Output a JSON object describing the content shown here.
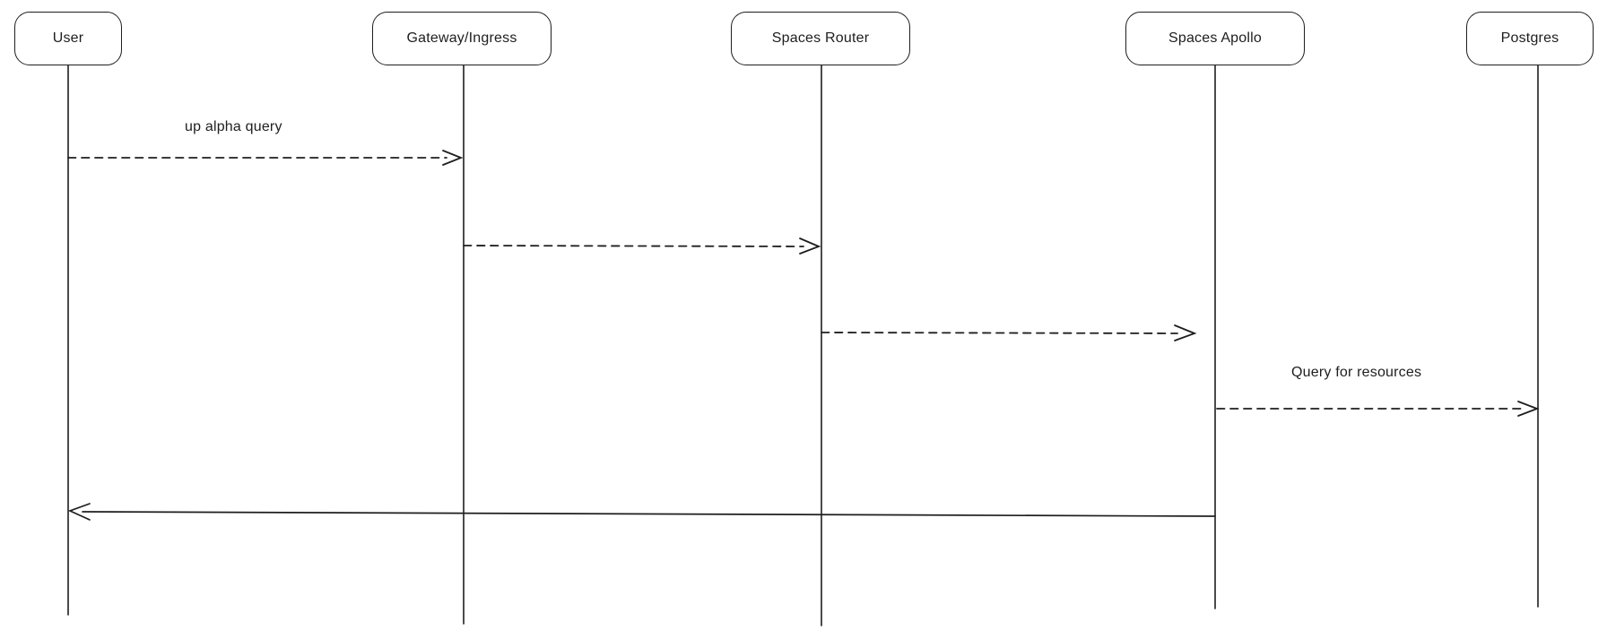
{
  "diagram": {
    "type": "sequence-diagram",
    "background_color": "#ffffff",
    "stroke_color": "#1e1e1e",
    "text_color": "#1e1e1e",
    "actors": [
      {
        "id": "user",
        "label": "User"
      },
      {
        "id": "gateway-ingress",
        "label": "Gateway/Ingress"
      },
      {
        "id": "spaces-router",
        "label": "Spaces Router"
      },
      {
        "id": "spaces-apollo",
        "label": "Spaces Apollo"
      },
      {
        "id": "postgres",
        "label": "Postgres"
      }
    ],
    "messages": [
      {
        "from": "user",
        "to": "gateway-ingress",
        "label": "up alpha query",
        "style": "dashed"
      },
      {
        "from": "gateway-ingress",
        "to": "spaces-router",
        "label": "",
        "style": "dashed"
      },
      {
        "from": "spaces-router",
        "to": "spaces-apollo",
        "label": "",
        "style": "dashed"
      },
      {
        "from": "spaces-apollo",
        "to": "postgres",
        "label": "Query for resources",
        "style": "dashed"
      },
      {
        "from": "spaces-apollo",
        "to": "user",
        "label": "",
        "style": "solid"
      }
    ]
  }
}
